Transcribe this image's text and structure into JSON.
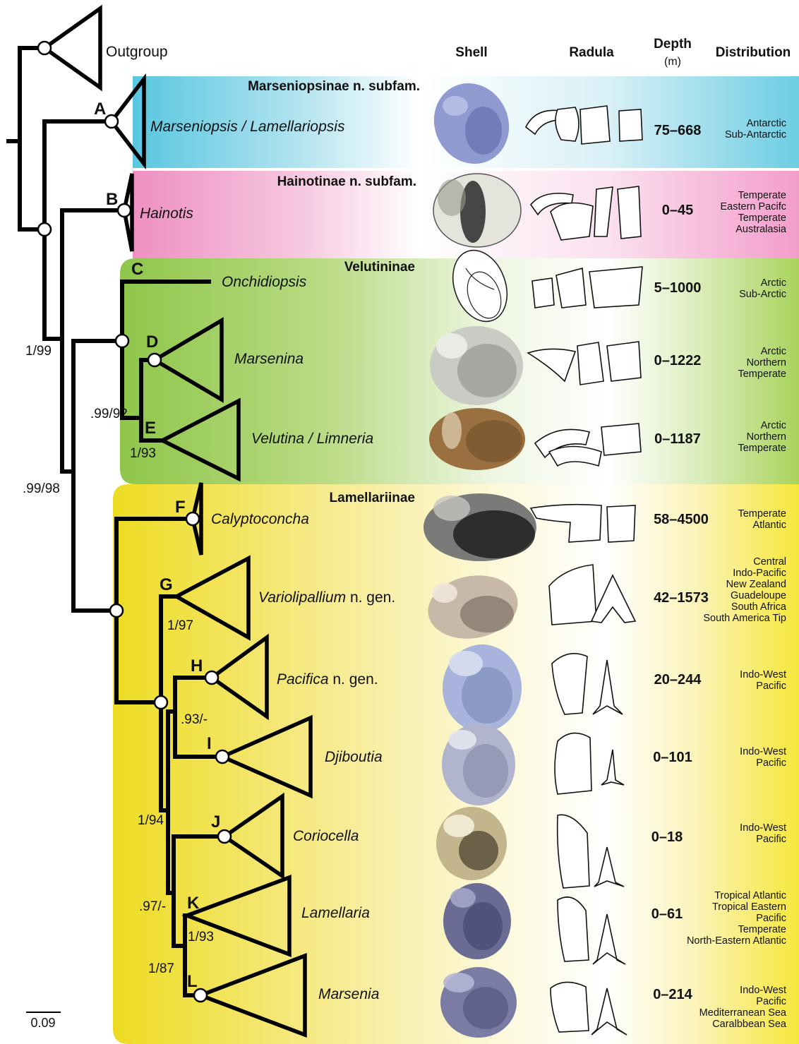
{
  "headers": {
    "shell": "Shell",
    "radula": "Radula",
    "depth_line1": "Depth",
    "depth_line2": "(m)",
    "distribution": "Distribution"
  },
  "outgroup": "Outgroup",
  "scale_bar": "0.09",
  "groups": {
    "marseniopsinae": {
      "name": "Marseniopsinae n. subfam.",
      "color": "#3b48c4",
      "bg": "#7fd3e8"
    },
    "hainotinae": {
      "name": "Hainotinae n. subfam.",
      "color": "#d6268f",
      "bg": "#f199c8"
    },
    "velutininae": {
      "name": "Velutininae",
      "color": "#1f6e2a",
      "bg": "#9dcc52"
    },
    "lamellariinae": {
      "name": "Lamellariinae",
      "color": "#c98a1f",
      "bg": "#f3e02a"
    }
  },
  "clades": [
    {
      "letter": "A",
      "taxon": "Marseniopsis / Lamellariopsis",
      "suffix": "",
      "depth": "75–668",
      "distribution": [
        "Antarctic",
        "Sub-Antarctic"
      ],
      "shell_color": "#8e9ad0"
    },
    {
      "letter": "B",
      "taxon": "Hainotis",
      "suffix": "",
      "depth": "0–45",
      "distribution": [
        "Temperate",
        "Eastern Pacifc",
        "Temperate",
        "Australasia"
      ],
      "shell_color": "#9a9a8a"
    },
    {
      "letter": "C",
      "taxon": "Onchidiopsis",
      "suffix": "",
      "depth": "5–1000",
      "distribution": [
        "Arctic",
        "Sub-Arctic"
      ],
      "shell_color": "#ffffff"
    },
    {
      "letter": "D",
      "taxon": "Marsenina",
      "suffix": "",
      "depth": "0–1222",
      "distribution": [
        "Arctic",
        "Northern",
        "Temperate"
      ],
      "shell_color": "#c8ccc4"
    },
    {
      "letter": "E",
      "taxon": "Velutina / Limneria",
      "suffix": "",
      "depth": "0–1187",
      "distribution": [
        "Arctic",
        "Northern",
        "Temperate"
      ],
      "shell_color": "#9a7040"
    },
    {
      "letter": "F",
      "taxon": "Calyptoconcha",
      "suffix": "",
      "depth": "58–4500",
      "distribution": [
        "Temperate",
        "Atlantic"
      ],
      "shell_color": "#4a4a4a"
    },
    {
      "letter": "G",
      "taxon": "Variolipallium",
      "suffix": " n. gen.",
      "depth": "42–1573",
      "distribution": [
        "Central",
        "Indo-Pacific",
        "New Zealand",
        "Guadeloupe",
        "South Africa",
        "South America Tip"
      ],
      "shell_color": "#a08c7c"
    },
    {
      "letter": "H",
      "taxon": "Pacifica",
      "suffix": " n. gen.",
      "depth": "20–244",
      "distribution": [
        "Indo-West",
        "Pacific"
      ],
      "shell_color": "#a8b4dc"
    },
    {
      "letter": "I",
      "taxon": "Djiboutia",
      "suffix": "",
      "depth": "0–101",
      "distribution": [
        "Indo-West",
        "Pacific"
      ],
      "shell_color": "#b0b4cc"
    },
    {
      "letter": "J",
      "taxon": "Coriocella",
      "suffix": "",
      "depth": "0–18",
      "distribution": [
        "Indo-West",
        "Pacific"
      ],
      "shell_color": "#8a7a50"
    },
    {
      "letter": "K",
      "taxon": "Lamellaria",
      "suffix": "",
      "depth": "0–61",
      "distribution": [
        "Tropical Atlantic",
        "Tropical Eastern",
        "Pacific",
        "Temperate",
        "North-Eastern Atlantic"
      ],
      "shell_color": "#6a6c94"
    },
    {
      "letter": "L",
      "taxon": "Marsenia",
      "suffix": "",
      "depth": "0–214",
      "distribution": [
        "Indo-West",
        "Pacific",
        "Mediterranean Sea",
        "Caralbbean Sea"
      ],
      "shell_color": "#7a7ca4"
    }
  ],
  "supports": {
    "s1_99": "1/99",
    "s99_98": ".99/98",
    "s99_92": ".99/92",
    "s1_93e": "1/93",
    "s1_97": "1/97",
    "s93": ".93/-",
    "s1_94": "1/94",
    "s97": ".97/-",
    "s1_93k": "1/93",
    "s1_87": "1/87"
  }
}
